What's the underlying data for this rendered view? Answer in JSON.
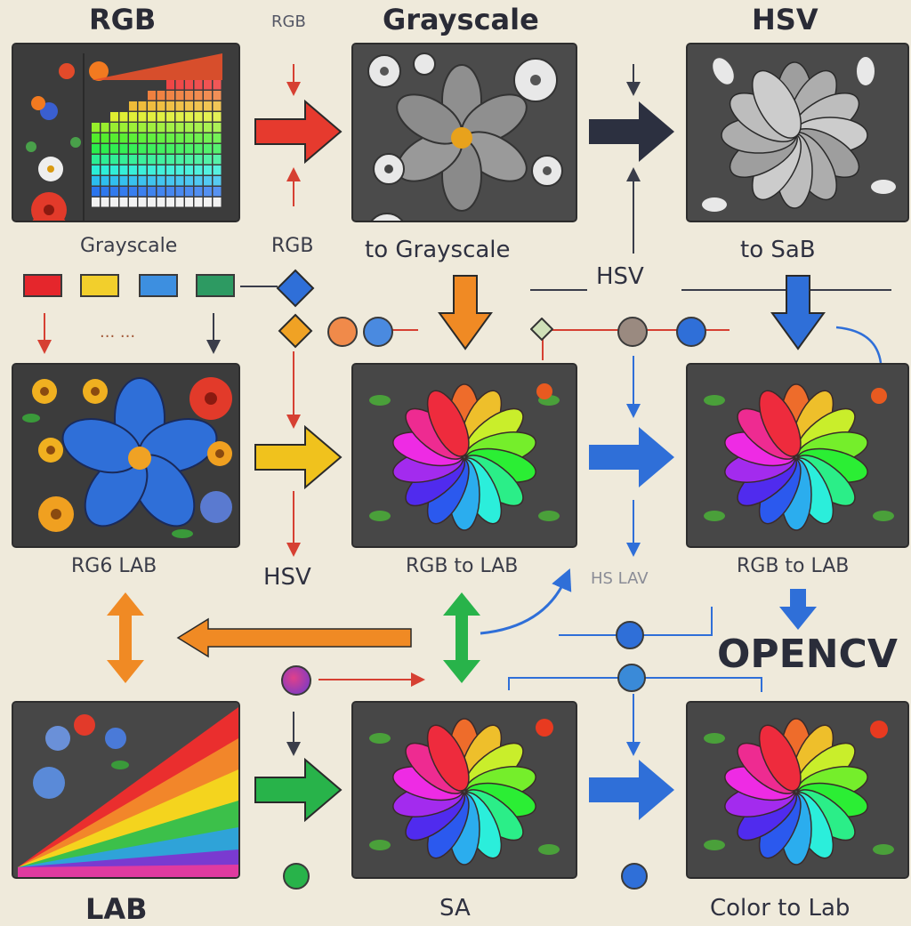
{
  "headers": {
    "col1": "RGB",
    "col1_small": "RGB",
    "col2": "Grayscale",
    "col3": "HSV"
  },
  "row1_labels": {
    "left": "Grayscale",
    "mid_small": "RGB",
    "mid": "to Grayscale",
    "mid_right": "HSV",
    "right": "to SaB"
  },
  "row2_labels": {
    "left": "RG6 LAB",
    "mid_small": "HSV",
    "mid": "RGB to LAB",
    "mid_right": "HS LAV",
    "right": "RGB to LAB"
  },
  "library_label": "OPENCV",
  "row3_labels": {
    "left": "LAB",
    "mid": "SA",
    "right": "Color to Lab"
  },
  "colors": {
    "background": "#efeadb",
    "panel": "#474747",
    "arrow_red": "#e63a2e",
    "arrow_dark": "#2c3040",
    "arrow_yellow": "#f0c21d",
    "arrow_blue": "#2f6fd8",
    "arrow_orange": "#f08a24",
    "arrow_green": "#28b34a"
  },
  "swatches": [
    "#e5262c",
    "#f2cf2c",
    "#3d8fe0",
    "#2d9a62"
  ]
}
